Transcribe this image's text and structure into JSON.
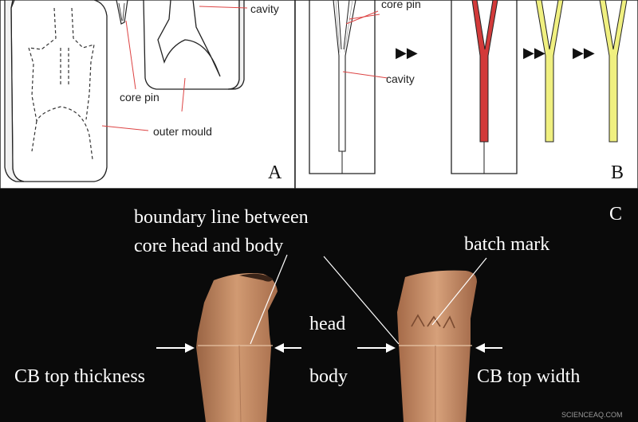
{
  "panel_a": {
    "letter": "A",
    "labels": {
      "cavity": "cavity",
      "core_pin": "core pin",
      "outer_mould": "outer mould"
    }
  },
  "panel_b": {
    "letter": "B",
    "labels": {
      "core_pin": "core pin",
      "cavity": "cavity"
    },
    "arrows": "▶▶",
    "colors": {
      "metal_red": "#d23a3a",
      "metal_yellow": "#f0f080"
    }
  },
  "panel_c": {
    "letter": "C",
    "labels": {
      "boundary_line_1": "boundary line between",
      "boundary_line_2": "core head and body",
      "batch_mark": "batch mark",
      "head": "head",
      "body": "body",
      "top_thickness": "CB top thickness",
      "top_width": "CB top width"
    },
    "background": "#0a0a0a",
    "object_color": "#c98a62"
  },
  "watermark": "SCIENCEAQ.COM"
}
